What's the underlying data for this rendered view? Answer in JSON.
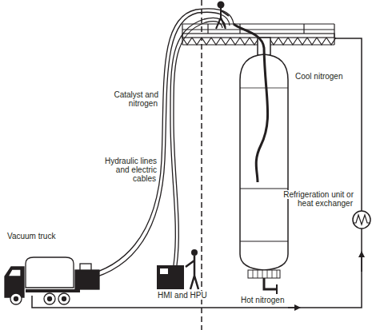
{
  "diagram": {
    "labels": [
      "Catalyst and nitrogen",
      "Cool nitrogen",
      "Hydraulic lines and electric cables",
      "Refrigeration unit or heat exchanger",
      "Vacuum truck",
      "HMI and HPU",
      "Hot nitrogen"
    ]
  }
}
